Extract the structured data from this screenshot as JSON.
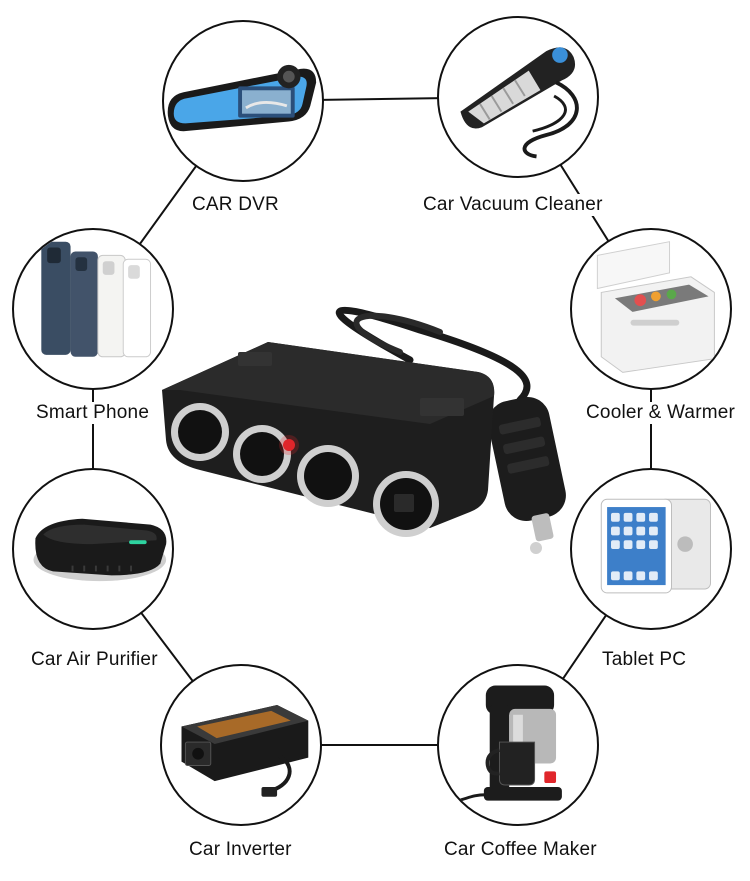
{
  "devices": {
    "dvr": {
      "label": "CAR DVR",
      "icon": "dashcam-mirror-icon"
    },
    "vacuum": {
      "label": "Car Vacuum Cleaner",
      "icon": "vacuum-icon"
    },
    "phone": {
      "label": "Smart Phone",
      "icon": "smartphone-icon"
    },
    "cooler": {
      "label": "Cooler & Warmer",
      "icon": "cooler-icon"
    },
    "purifier": {
      "label": "Car Air Purifier",
      "icon": "air-purifier-icon"
    },
    "tablet": {
      "label": "Tablet PC",
      "icon": "tablet-icon"
    },
    "inverter": {
      "label": "Car Inverter",
      "icon": "inverter-icon"
    },
    "coffee": {
      "label": "Car Coffee Maker",
      "icon": "coffee-maker-icon"
    }
  },
  "product": {
    "icon": "cigarette-lighter-splitter-icon",
    "sockets": 4
  },
  "colors": {
    "outline": "#111111",
    "product_body": "#1e1e1e",
    "socket_ring": "#c8c8c8",
    "indicator_led": "#e0262b",
    "mirror_screen": "#4aa6e8"
  }
}
